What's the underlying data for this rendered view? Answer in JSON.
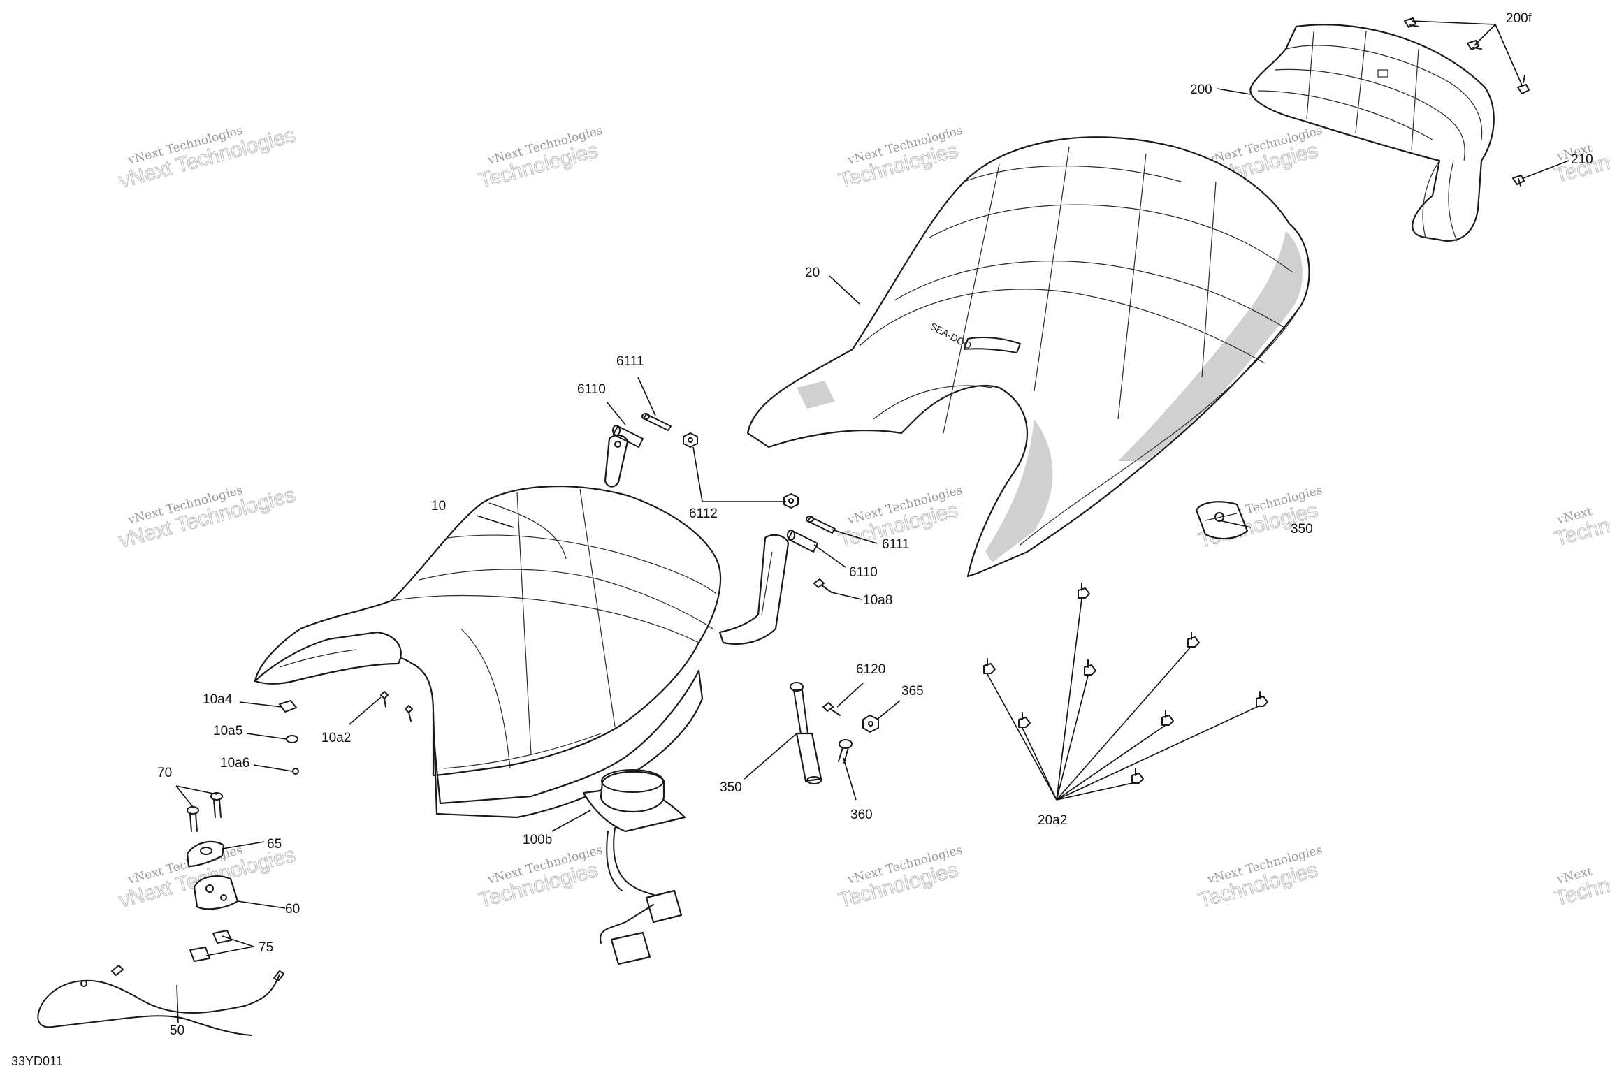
{
  "drawing_number": "33YD011",
  "watermark": {
    "line1": "vNext Technologies",
    "line2": "Technologies",
    "overlay": "vNext"
  },
  "callouts": {
    "c200f": "200f",
    "c200": "200",
    "c210": "210",
    "c20": "20",
    "c6111_top": "6111",
    "c6110_top": "6110",
    "c6112": "6112",
    "c6111_mid": "6111",
    "c6110_mid": "6110",
    "c10a8": "10a8",
    "c10": "10",
    "c350b": "350",
    "c6120": "6120",
    "c365": "365",
    "c350": "350",
    "c360": "360",
    "c20a2": "20a2",
    "c10a4": "10a4",
    "c10a5": "10a5",
    "c10a2": "10a2",
    "c10a6": "10a6",
    "c70": "70",
    "c65": "65",
    "c60": "60",
    "c75": "75",
    "c50": "50",
    "c100b": "100b"
  },
  "seat_logo": "SEA-DOO"
}
